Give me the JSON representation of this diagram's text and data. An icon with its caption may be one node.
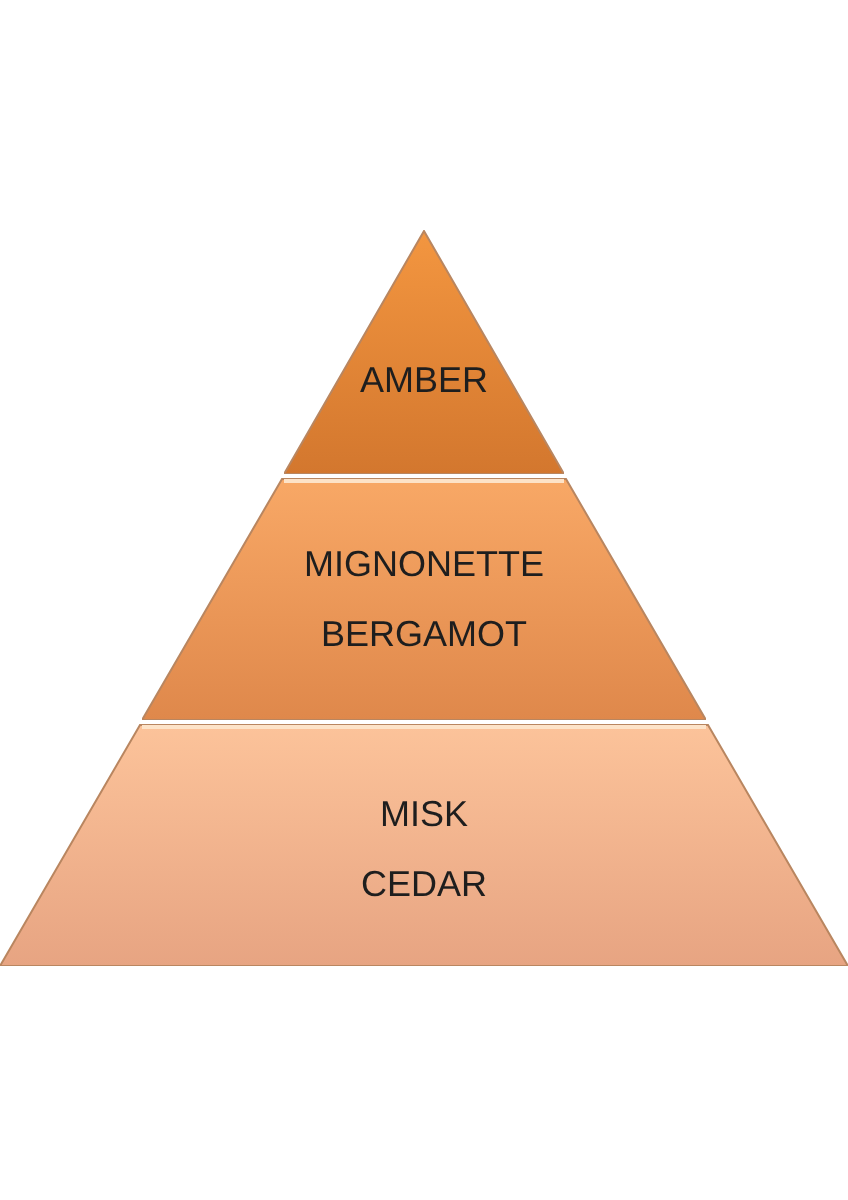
{
  "diagram": {
    "nodes": [
      {
        "text": [
          "AMBER"
        ]
      },
      {
        "text": [
          "MIGNONETTE",
          "BERGAMOT"
        ]
      },
      {
        "text": [
          "MISK",
          "CEDAR"
        ]
      }
    ]
  }
}
